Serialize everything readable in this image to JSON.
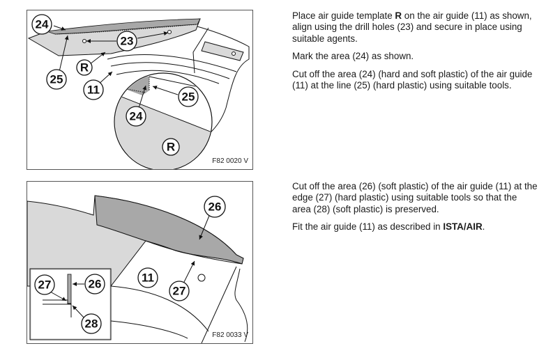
{
  "steps": [
    {
      "figure": {
        "id_label": "F82 0020 V",
        "callouts": [
          "24",
          "23",
          "R",
          "25",
          "11",
          "25",
          "24",
          "R"
        ]
      },
      "paragraphs": [
        {
          "before": "Place air guide template ",
          "bold": "R",
          "after": " on the air guide (11) as shown, align using the drill holes (23) and secure in place using suitable agents."
        },
        {
          "before": "Mark the area (24) as shown.",
          "bold": "",
          "after": ""
        },
        {
          "before": "Cut off the area (24) (hard and soft plastic) of the air guide (11) at the line (25) (hard plastic) using suitable tools.",
          "bold": "",
          "after": ""
        }
      ]
    },
    {
      "figure": {
        "id_label": "F82 0033 V",
        "callouts": [
          "26",
          "11",
          "27",
          "27",
          "26",
          "28"
        ]
      },
      "paragraphs": [
        {
          "before": "Cut off the area (26) (soft plastic) of the air guide (11) at the edge (27) (hard plastic) using suitable tools so that the area (28) (soft plastic) is preserved.",
          "bold": "",
          "after": ""
        },
        {
          "before": "Fit the air guide (11) as described in ",
          "bold": "ISTA/AIR",
          "after": "."
        }
      ]
    }
  ],
  "colors": {
    "template_fill": "#d9d9d9",
    "cut_area_fill": "#a8a8a8",
    "line": "#111111"
  }
}
